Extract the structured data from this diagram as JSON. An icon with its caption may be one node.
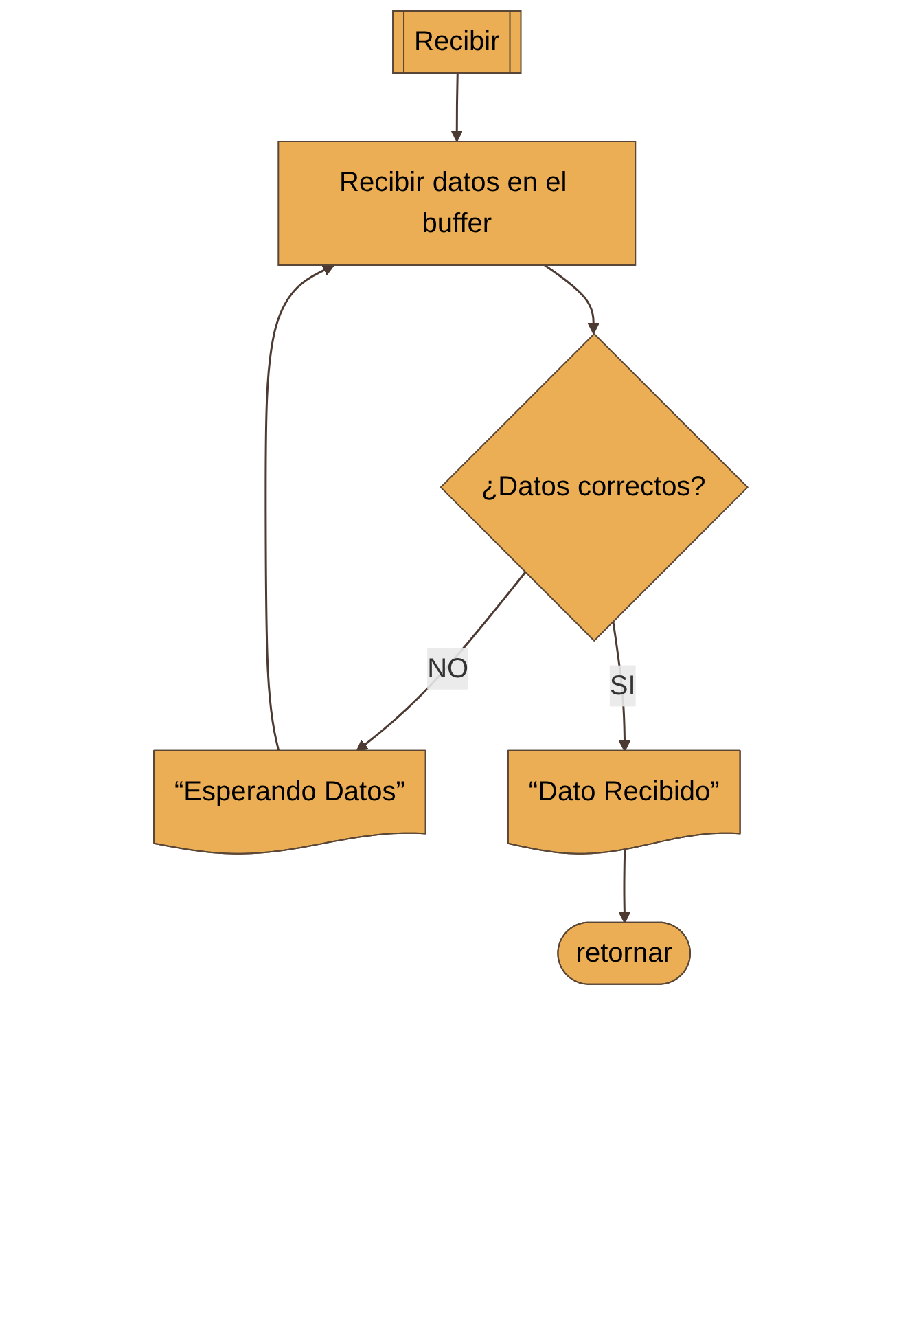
{
  "diagram": {
    "nodes": [
      {
        "text": [
          "Recibir"
        ]
      },
      {
        "text": [
          "Recibir datos en el buffer"
        ]
      },
      {
        "text": [
          "¿Datos correctos?"
        ]
      },
      {
        "text": [
          "“Esperando Datos”"
        ]
      },
      {
        "text": [
          "“Dato Recibido”"
        ]
      },
      {
        "text": [
          "retornar"
        ]
      }
    ],
    "edges": [
      {
        "from": 0,
        "to": 1,
        "arrow": "to"
      },
      {
        "from": 1,
        "to": 2,
        "arrow": "to"
      },
      {
        "from": 2,
        "to": 3,
        "arrow": "to",
        "label": "NO"
      },
      {
        "from": 3,
        "to": 1,
        "arrow": "to"
      },
      {
        "from": 2,
        "to": 4,
        "arrow": "to",
        "label": "SI"
      },
      {
        "from": 4,
        "to": 5,
        "arrow": "to"
      }
    ]
  }
}
